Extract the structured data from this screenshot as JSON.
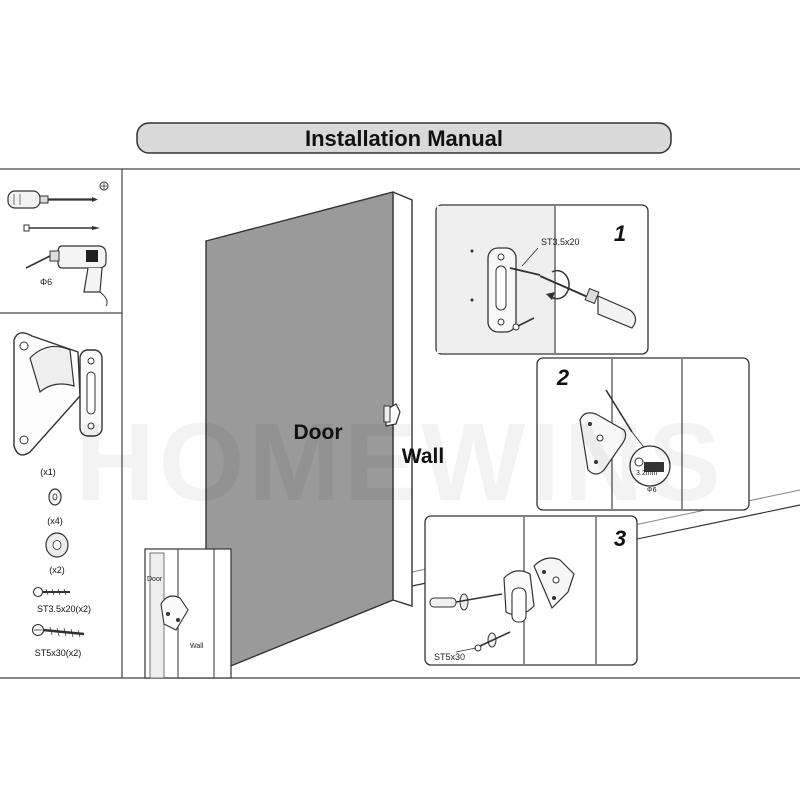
{
  "header": {
    "title": "Installation Manual"
  },
  "watermark": "HOMEWINS",
  "scene": {
    "door_label": "Door",
    "wall_label": "Wall"
  },
  "tools": [
    {
      "name": "screwdriver-icon"
    },
    {
      "name": "nail-icon"
    },
    {
      "name": "drill-icon",
      "bit_label": "Φ6"
    }
  ],
  "parts": [
    {
      "name": "bracket",
      "qty": "(x1)"
    },
    {
      "name": "washer-small",
      "qty": "(x4)"
    },
    {
      "name": "washer-large",
      "qty": "(x2)"
    },
    {
      "name": "screw-st3-5x20",
      "qty": "ST3.5x20(x2)"
    },
    {
      "name": "screw-st5x30",
      "qty": "ST5x30(x2)"
    }
  ],
  "inset": {
    "door_label": "Door",
    "wall_label": "Wall"
  },
  "steps": [
    {
      "number": "1",
      "screw_label": "ST3.5x20"
    },
    {
      "number": "2",
      "drill_label": "3.2mm",
      "bit_label": "Φ6"
    },
    {
      "number": "3",
      "screw_label": "ST5x30"
    }
  ]
}
